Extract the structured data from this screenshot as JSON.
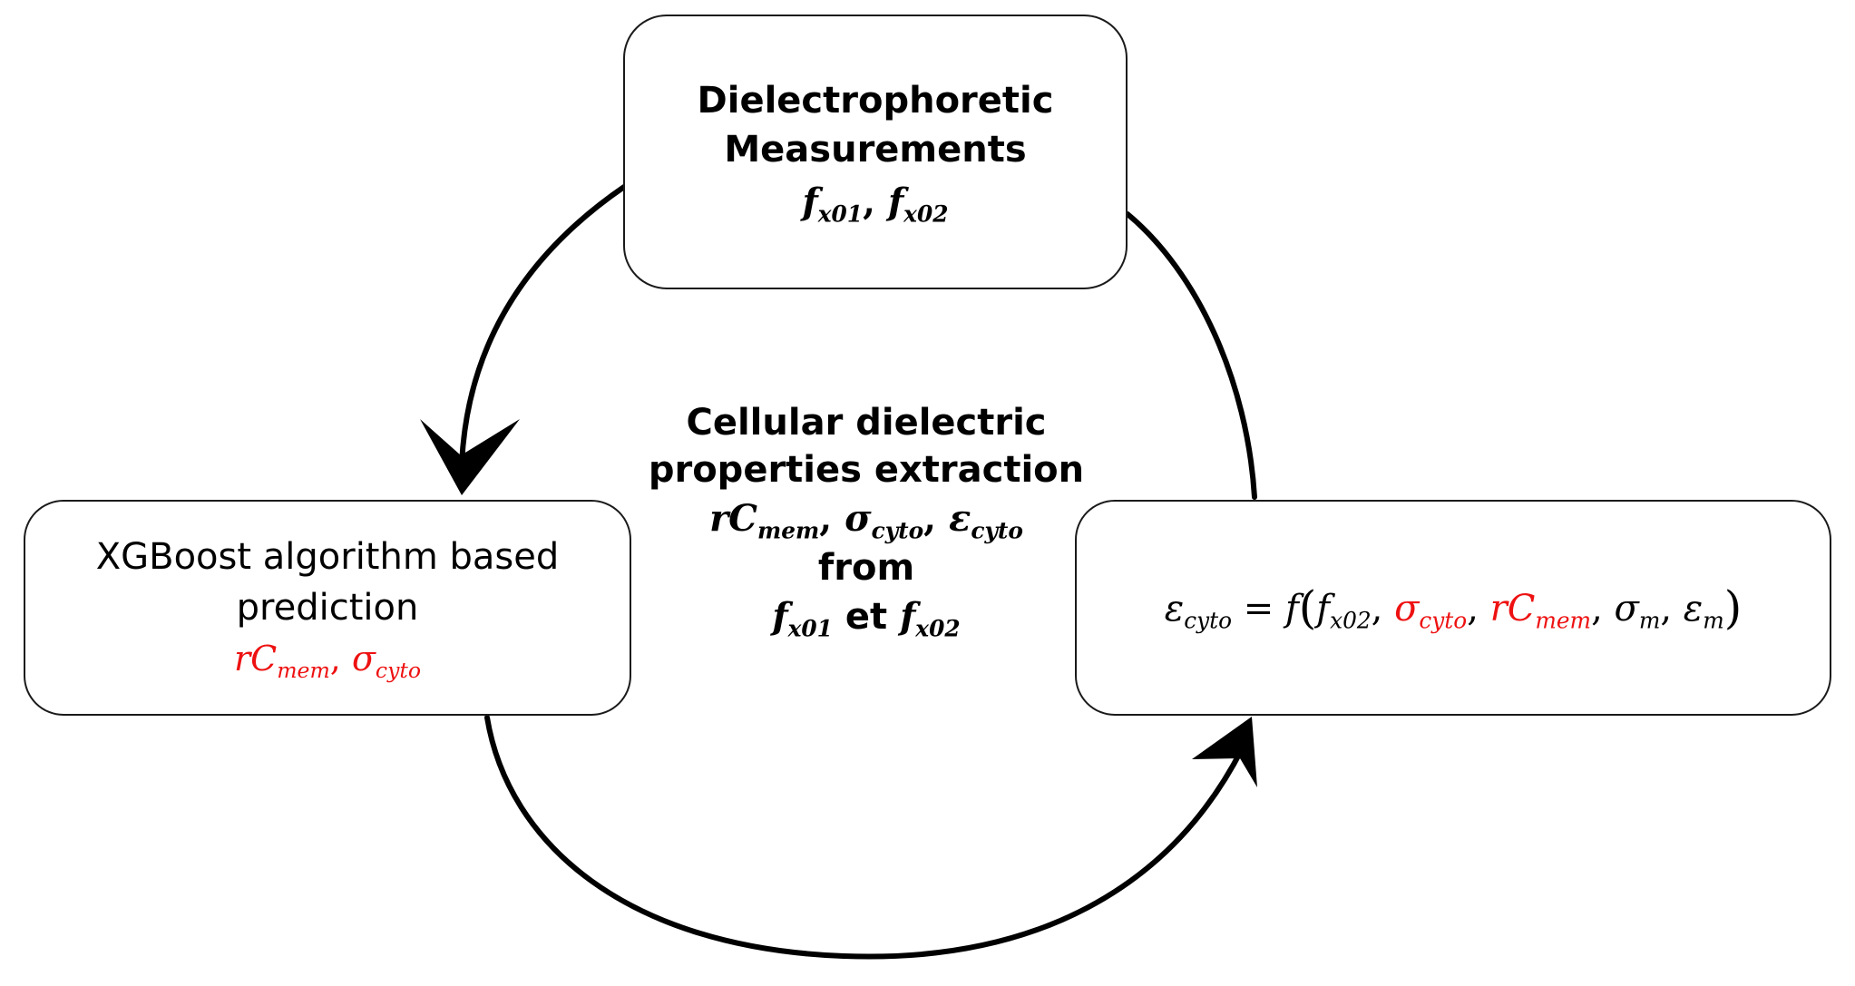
{
  "top_box": {
    "title_line1": "Dielectrophoretic",
    "title_line2": "Measurements",
    "var1_base": "f",
    "var1_sub": "x01",
    "var2_base": "f",
    "var2_sub": "x02",
    "separator": ","
  },
  "left_box": {
    "title_line1": "XGBoost algorithm based",
    "title_line2": "prediction",
    "var1_base": "rC",
    "var1_sub": "mem",
    "var2_base": "σ",
    "var2_sub": "cyto",
    "separator": ","
  },
  "right_box": {
    "lhs_base": "ε",
    "lhs_sub": "cyto",
    "equals": "=",
    "func": "f",
    "open_paren": "(",
    "close_paren": ")",
    "separator": ",",
    "args": [
      {
        "base": "f",
        "sub": "x02"
      },
      {
        "base": "σ",
        "sub": "cyto"
      },
      {
        "base": "rC",
        "sub": "mem"
      },
      {
        "base": "σ",
        "sub": "m"
      },
      {
        "base": "ε",
        "sub": "m"
      }
    ]
  },
  "center": {
    "line1": "Cellular dielectric",
    "line2": "properties extraction",
    "var1_base": "rC",
    "var1_sub": "mem",
    "var2_base": "σ",
    "var2_sub": "cyto",
    "var3_base": "ε",
    "var3_sub": "cyto",
    "separator": ",",
    "from_word": "from",
    "in1_base": "f",
    "in1_sub": "x01",
    "conjunction": "et",
    "in2_base": "f",
    "in2_sub": "x02"
  },
  "colors": {
    "highlight": "#ee1111",
    "text": "#000000",
    "stroke": "#1a1a1a"
  }
}
